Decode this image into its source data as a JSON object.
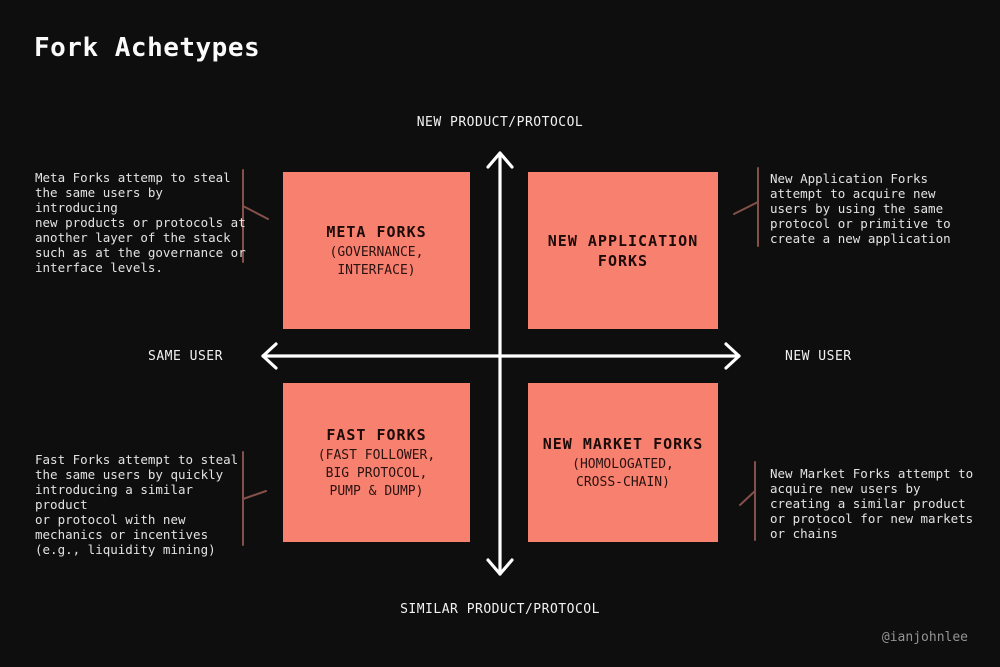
{
  "title": "Fork Achetypes",
  "axes": {
    "top": "NEW PRODUCT/PROTOCOL",
    "bottom": "SIMILAR PRODUCT/PROTOCOL",
    "left": "SAME USER",
    "right": "NEW USER"
  },
  "quadrants": [
    {
      "title": "META FORKS",
      "subtitle": "(GOVERNANCE,\nINTERFACE)"
    },
    {
      "title": "NEW APPLICATION\nFORKS",
      "subtitle": ""
    },
    {
      "title": "FAST FORKS",
      "subtitle": "(FAST FOLLOWER,\nBIG PROTOCOL,\nPUMP & DUMP)"
    },
    {
      "title": "NEW MARKET FORKS",
      "subtitle": "(HOMOLOGATED,\nCROSS-CHAIN)"
    }
  ],
  "annotations": {
    "top_left": "Meta Forks attemp to steal\nthe same users by introducing\nnew products or protocols at\nanother layer of the stack\nsuch as at the governance or\ninterface levels.",
    "top_right": "New Application Forks\nattempt to acquire new\nusers by using the same\nprotocol or primitive to\ncreate a new application",
    "bottom_left": "Fast Forks attempt to steal\nthe same users by quickly\nintroducing a similar product\nor protocol with new\nmechanics or incentives\n(e.g., liquidity mining)",
    "bottom_right": "New Market Forks attempt to\nacquire new users by\ncreating a similar product\nor protocol for new markets\nor chains"
  },
  "footer": {
    "handle": "@ianjohnlee"
  },
  "colors": {
    "background": "#0e0e0e",
    "quadrant_fill": "#f8806f",
    "quadrant_text": "#200d0b",
    "axis_stroke": "#ffffff",
    "fork_tick": "#84504a",
    "muted_text": "#949494"
  }
}
